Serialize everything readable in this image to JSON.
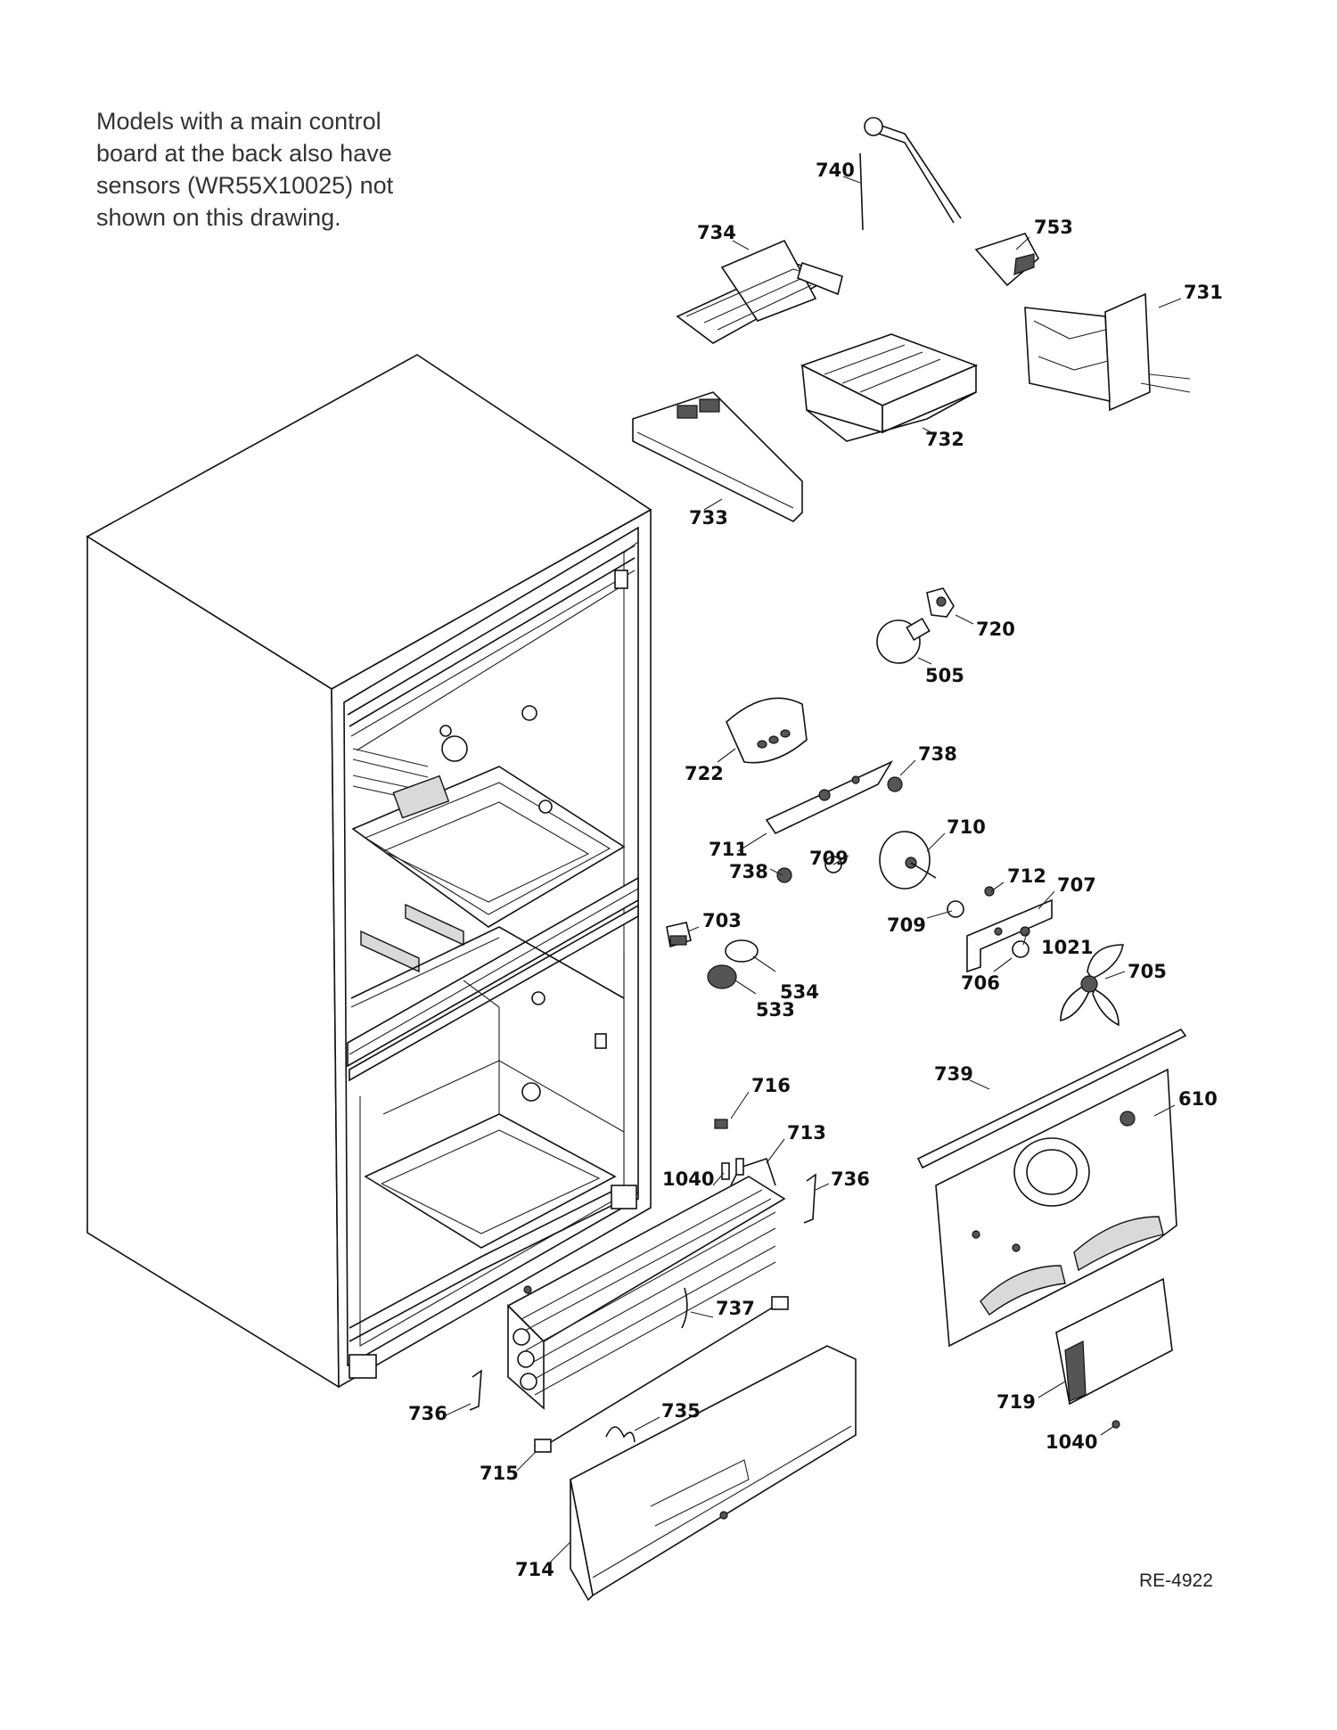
{
  "note_lines": [
    "Models with a main control",
    "board at the back also have",
    "sensors (WR55X10025) not",
    "shown on this drawing."
  ],
  "drawing_code": "RE-4922",
  "callouts": {
    "c740": "740",
    "c734": "734",
    "c753": "753",
    "c731": "731",
    "c732": "732",
    "c733": "733",
    "c720": "720",
    "c505": "505",
    "c722": "722",
    "c738a": "738",
    "c711": "711",
    "c738b": "738",
    "c709a": "709",
    "c710": "710",
    "c712": "712",
    "c707": "707",
    "c709b": "709",
    "c1021": "1021",
    "c703": "703",
    "c534": "534",
    "c533": "533",
    "c706": "706",
    "c705": "705",
    "c739": "739",
    "c610": "610",
    "c716": "716",
    "c713": "713",
    "c1040a": "1040",
    "c736a": "736",
    "c737": "737",
    "c736b": "736",
    "c735": "735",
    "c715": "715",
    "c719": "719",
    "c1040b": "1040",
    "c714": "714"
  }
}
